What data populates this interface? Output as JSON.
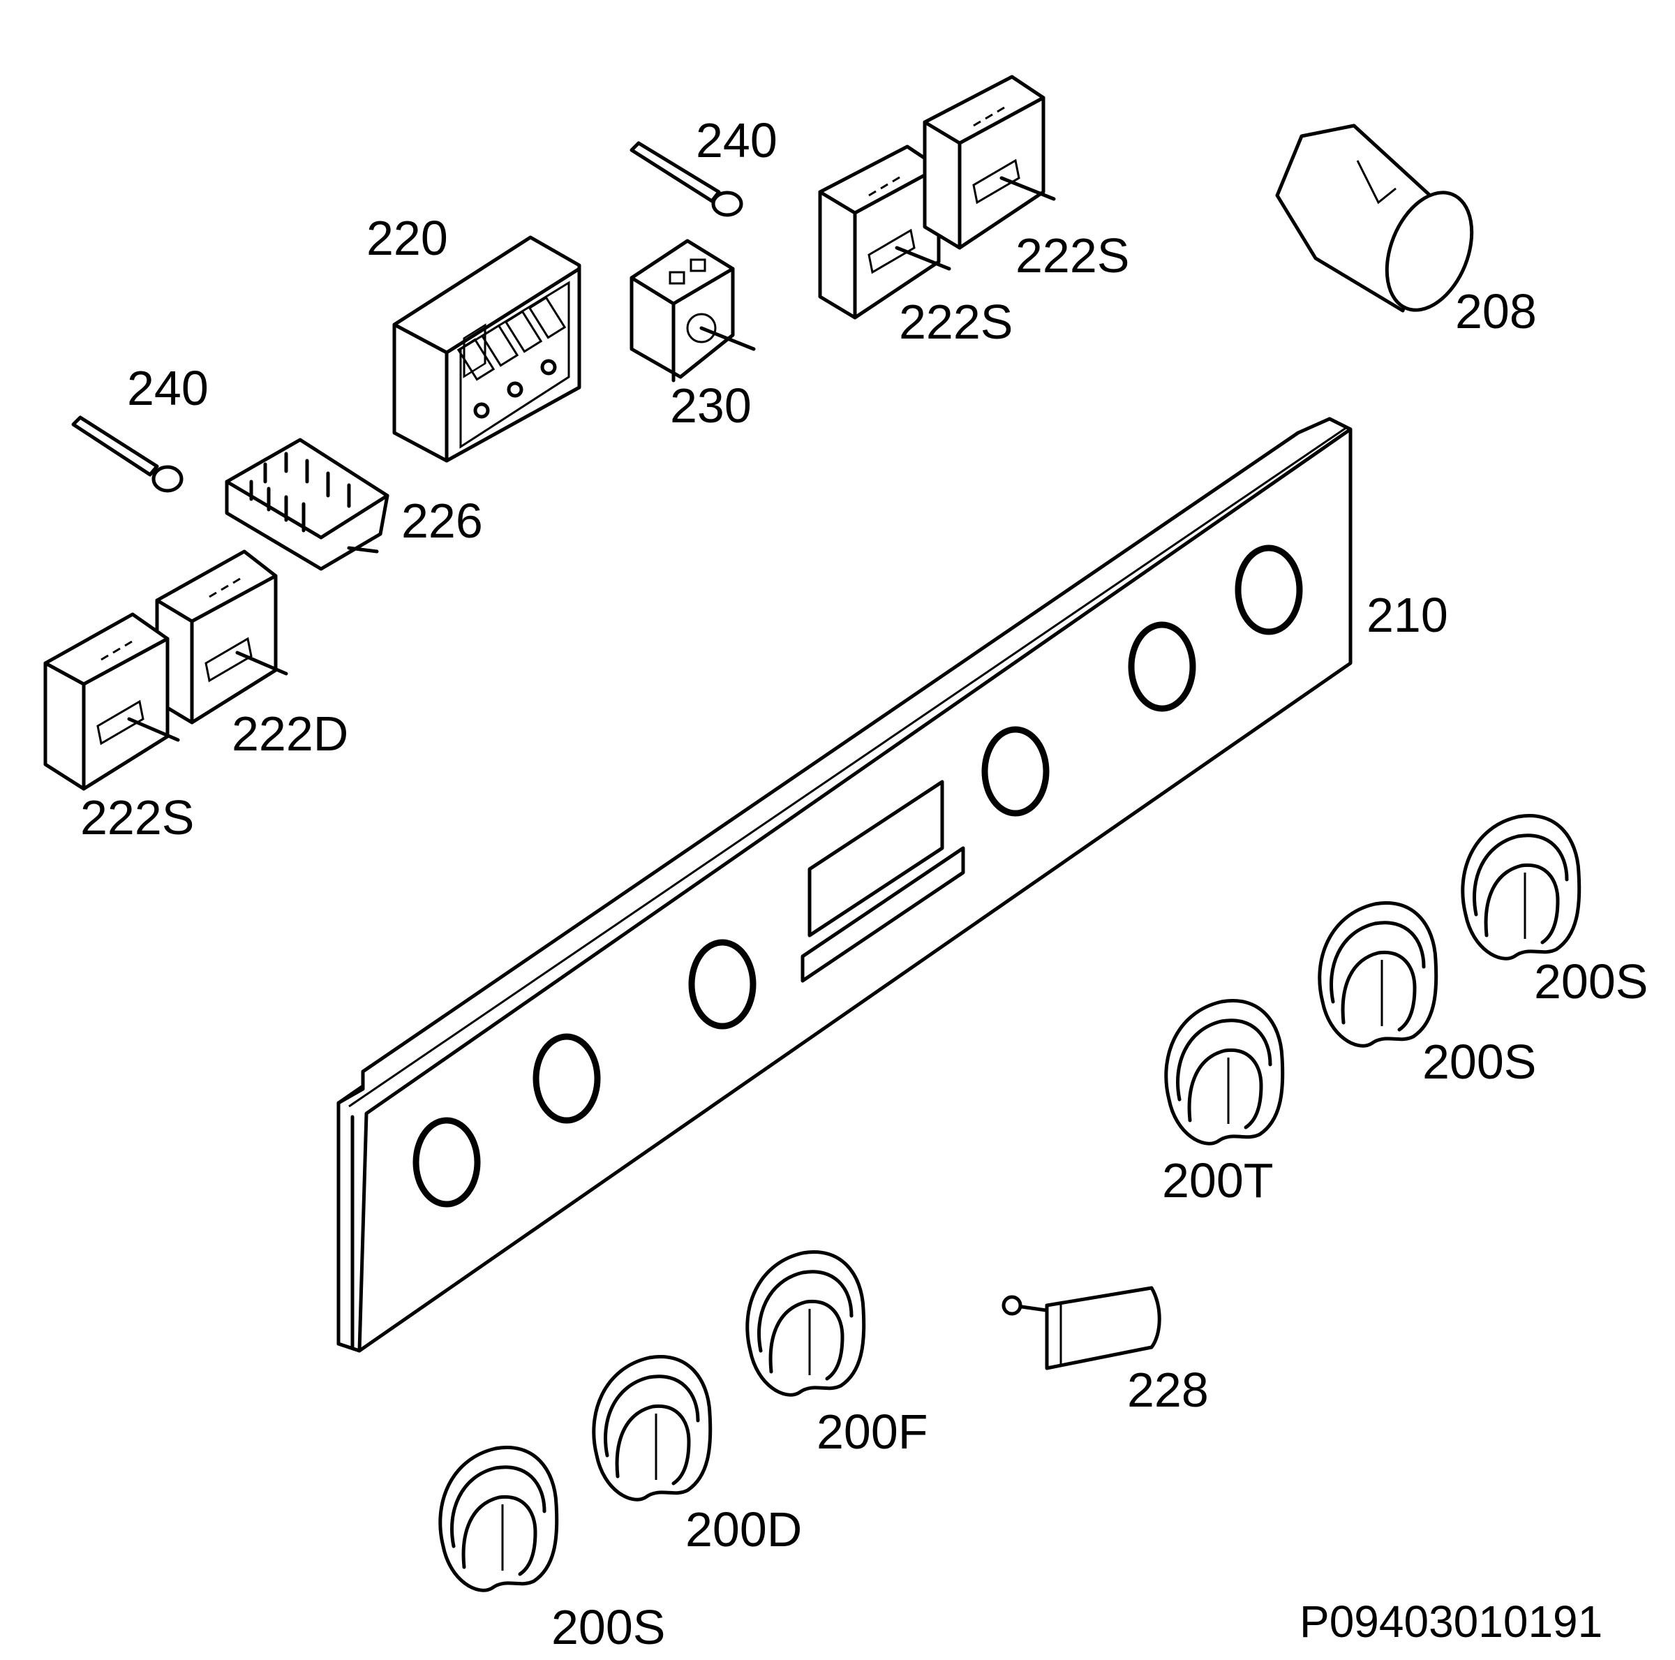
{
  "labels": {
    "p240_top": "240",
    "p220": "220",
    "p222s_a": "222S",
    "p222s_b": "222S",
    "p208": "208",
    "p240_left": "240",
    "p230": "230",
    "p226": "226",
    "p210": "210",
    "p222d": "222D",
    "p222s_c": "222S",
    "p200s_a": "200S",
    "p200s_b": "200S",
    "p200t": "200T",
    "p228": "228",
    "p200f": "200F",
    "p200d": "200D",
    "p200s_c": "200S"
  },
  "reference": "P09403010191"
}
